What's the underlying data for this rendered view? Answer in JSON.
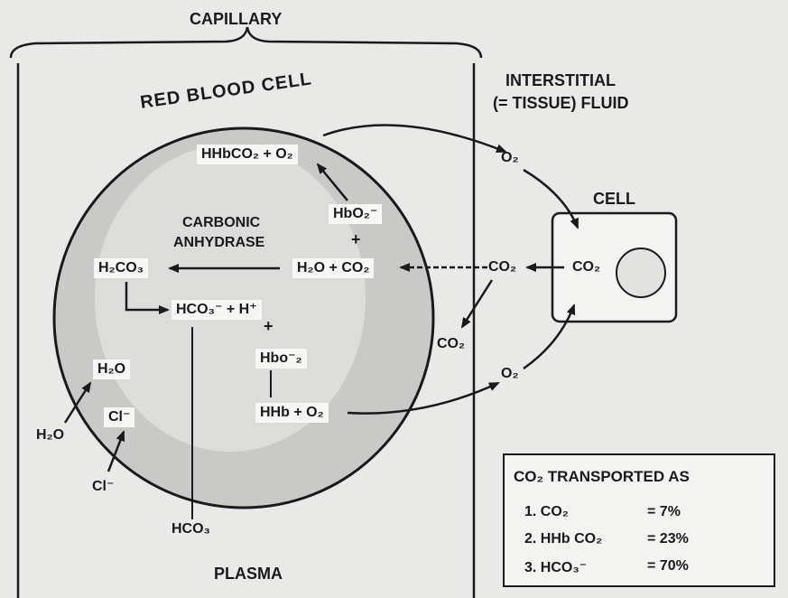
{
  "labels": {
    "capillary": "CAPILLARY",
    "rbc": "RED BLOOD CELL",
    "interstitial_line1": "INTERSTITIAL",
    "interstitial_line2": "(= TISSUE) FLUID",
    "cell": "CELL",
    "plasma": "PLASMA",
    "carbonic_line1": "CARBONIC",
    "carbonic_line2": "ANHYDRASE"
  },
  "chemicals": {
    "hhbco2_o2": "HHbCO₂ + O₂",
    "hbo2_minus": "HbO₂⁻",
    "plus_1": "+",
    "h2o_co2": "H₂O + CO₂",
    "h2co3": "H₂CO₃",
    "hco3_h": "HCO₃⁻ + H⁺",
    "plus_2": "+",
    "hbo2_minus_2": "Hbo⁻₂",
    "hhb_o2": "HHb + O₂",
    "h2o_inside": "H₂O",
    "cl_inside": "Cl⁻",
    "h2o_outside": "H₂O",
    "cl_outside": "Cl⁻",
    "hco3_plasma": "HCO₃",
    "o2_top": "O₂",
    "co2_fluid": "CO₂",
    "co2_cell": "CO₂",
    "co2_lower": "CO₂",
    "o2_lower": "O₂"
  },
  "co2_table": {
    "title": "CO₂ TRANSPORTED AS",
    "rows": [
      {
        "label": "1. CO₂",
        "value": "= 7%"
      },
      {
        "label": "2. HHb CO₂",
        "value": "= 23%"
      },
      {
        "label": "3. HCO₃⁻",
        "value": "= 70%"
      }
    ]
  },
  "colors": {
    "background": "#e9e9e7",
    "rbc_fill": "#c9c9c7",
    "line": "#1a1a1a"
  }
}
